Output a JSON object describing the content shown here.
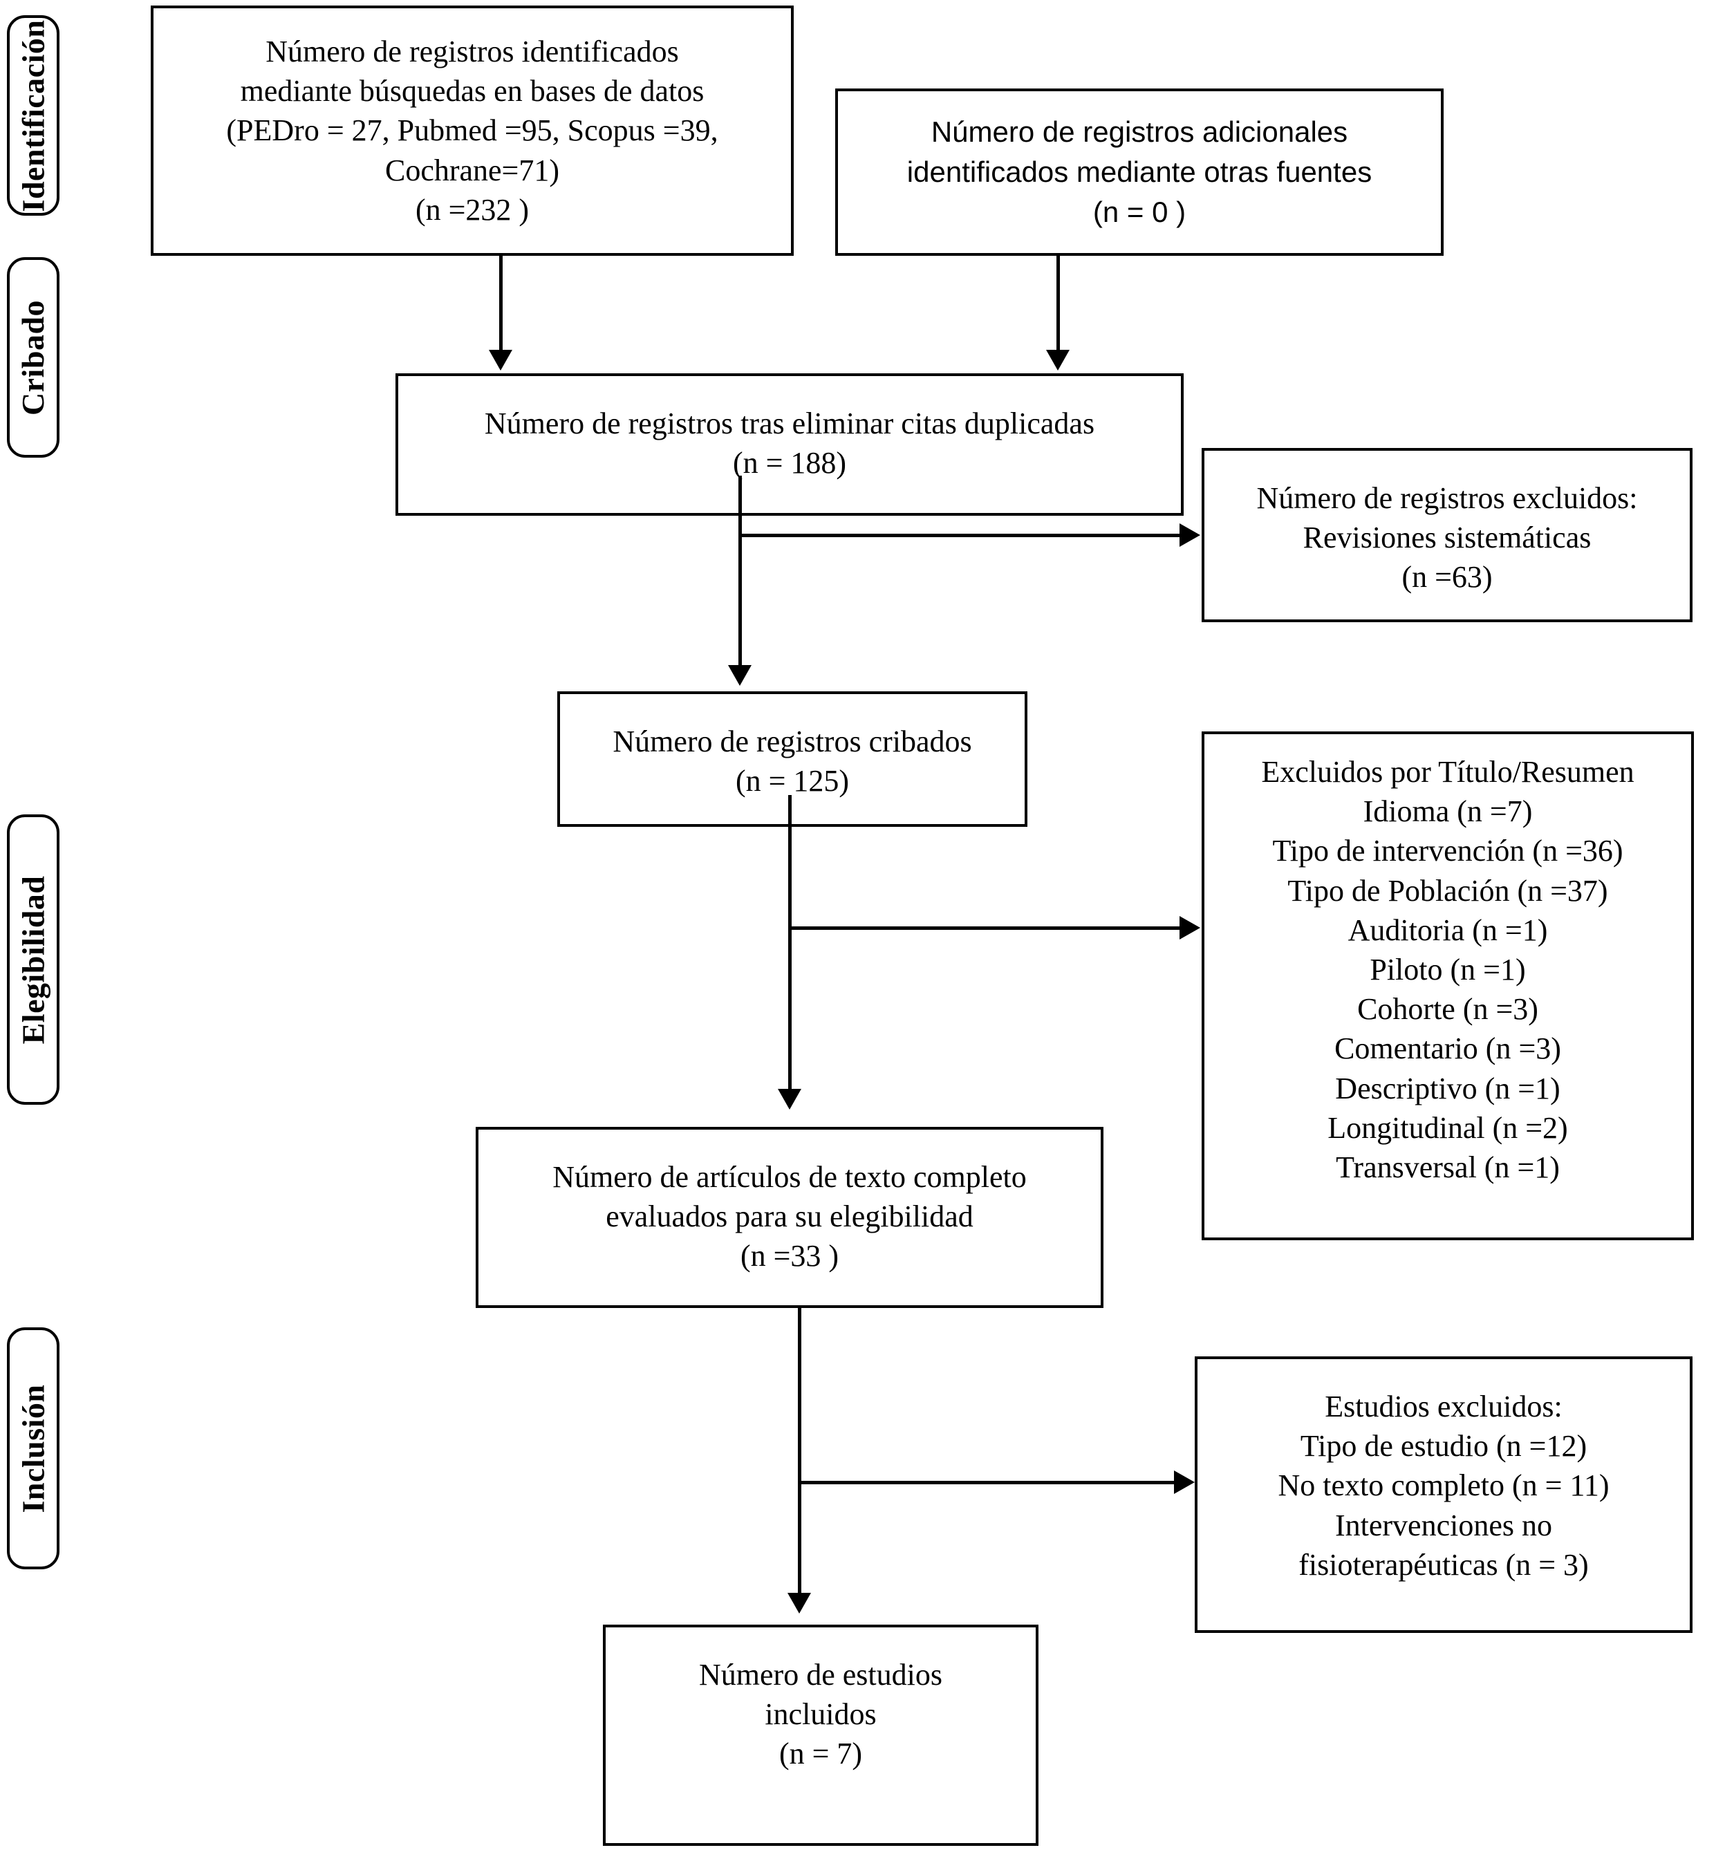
{
  "diagram": {
    "title": "PRISMA flow diagram",
    "stages": [
      {
        "id": "identificacion",
        "label": "Identificación"
      },
      {
        "id": "cribado",
        "label": "Cribado"
      },
      {
        "id": "elegibilidad",
        "label": "Elegibilidad"
      },
      {
        "id": "inclusion",
        "label": "Inclusión"
      }
    ],
    "boxes": {
      "records_identified": {
        "name": "records-identified-box",
        "lines": [
          "Número de registros identificados",
          "mediante búsquedas en bases de datos",
          "(PEDro = 27, Pubmed =95, Scopus =39,",
          "Cochrane=71)",
          "(n =232   )"
        ]
      },
      "additional_records": {
        "name": "additional-records-box",
        "lines": [
          "Número de registros adicionales",
          "identificados mediante otras fuentes",
          "(n = 0 )"
        ]
      },
      "duplicates_removed": {
        "name": "duplicates-removed-box",
        "lines": [
          "Número de registros tras eliminar citas duplicadas",
          "(n = 188)"
        ]
      },
      "records_excluded": {
        "name": "records-excluded-box",
        "lines": [
          "Número de registros excluidos:",
          "Revisiones sistemáticas",
          "(n =63)"
        ]
      },
      "records_screened": {
        "name": "records-screened-box",
        "lines": [
          "Número de registros cribados",
          "(n = 125)"
        ]
      },
      "excluded_title_abstract": {
        "name": "excluded-title-abstract-box",
        "lines": [
          "Excluidos por Título/Resumen",
          "Idioma (n =7)",
          "Tipo de intervención (n =36)",
          "Tipo de Población (n =37)",
          "Auditoria (n =1)",
          "Piloto (n =1)",
          "Cohorte (n =3)",
          "Comentario (n =3)",
          "Descriptivo (n =1)",
          "Longitudinal (n =2)",
          "Transversal (n =1)"
        ]
      },
      "fulltext_assessed": {
        "name": "fulltext-assessed-box",
        "lines": [
          "Número de artículos de texto completo",
          "evaluados para su elegibilidad",
          "(n =33 )"
        ]
      },
      "studies_excluded": {
        "name": "studies-excluded-box",
        "lines": [
          "Estudios excluidos:",
          "Tipo de estudio (n =12)",
          "No texto completo (n = 11)",
          "Intervenciones no",
          "fisioterapéuticas (n = 3)"
        ]
      },
      "studies_included": {
        "name": "studies-included-box",
        "lines": [
          "Número de estudios",
          "incluidos",
          "(n = 7)"
        ]
      }
    },
    "counts": {
      "pedro": 27,
      "pubmed": 95,
      "scopus": 39,
      "cochrane": 71,
      "identified_total": 232,
      "additional_sources": 0,
      "after_duplicates": 188,
      "excluded_systematic_reviews": 63,
      "screened": 125,
      "excluded_language": 7,
      "excluded_intervention_type": 36,
      "excluded_population_type": 37,
      "excluded_audit": 1,
      "excluded_pilot": 1,
      "excluded_cohort": 3,
      "excluded_commentary": 3,
      "excluded_descriptive": 1,
      "excluded_longitudinal": 2,
      "excluded_cross_sectional": 1,
      "fulltext_assessed": 33,
      "excluded_study_type": 12,
      "excluded_no_fulltext": 11,
      "excluded_non_physio": 3,
      "included": 7
    },
    "colors": {
      "stroke": "#000000",
      "background": "#ffffff",
      "text": "#000000"
    }
  }
}
